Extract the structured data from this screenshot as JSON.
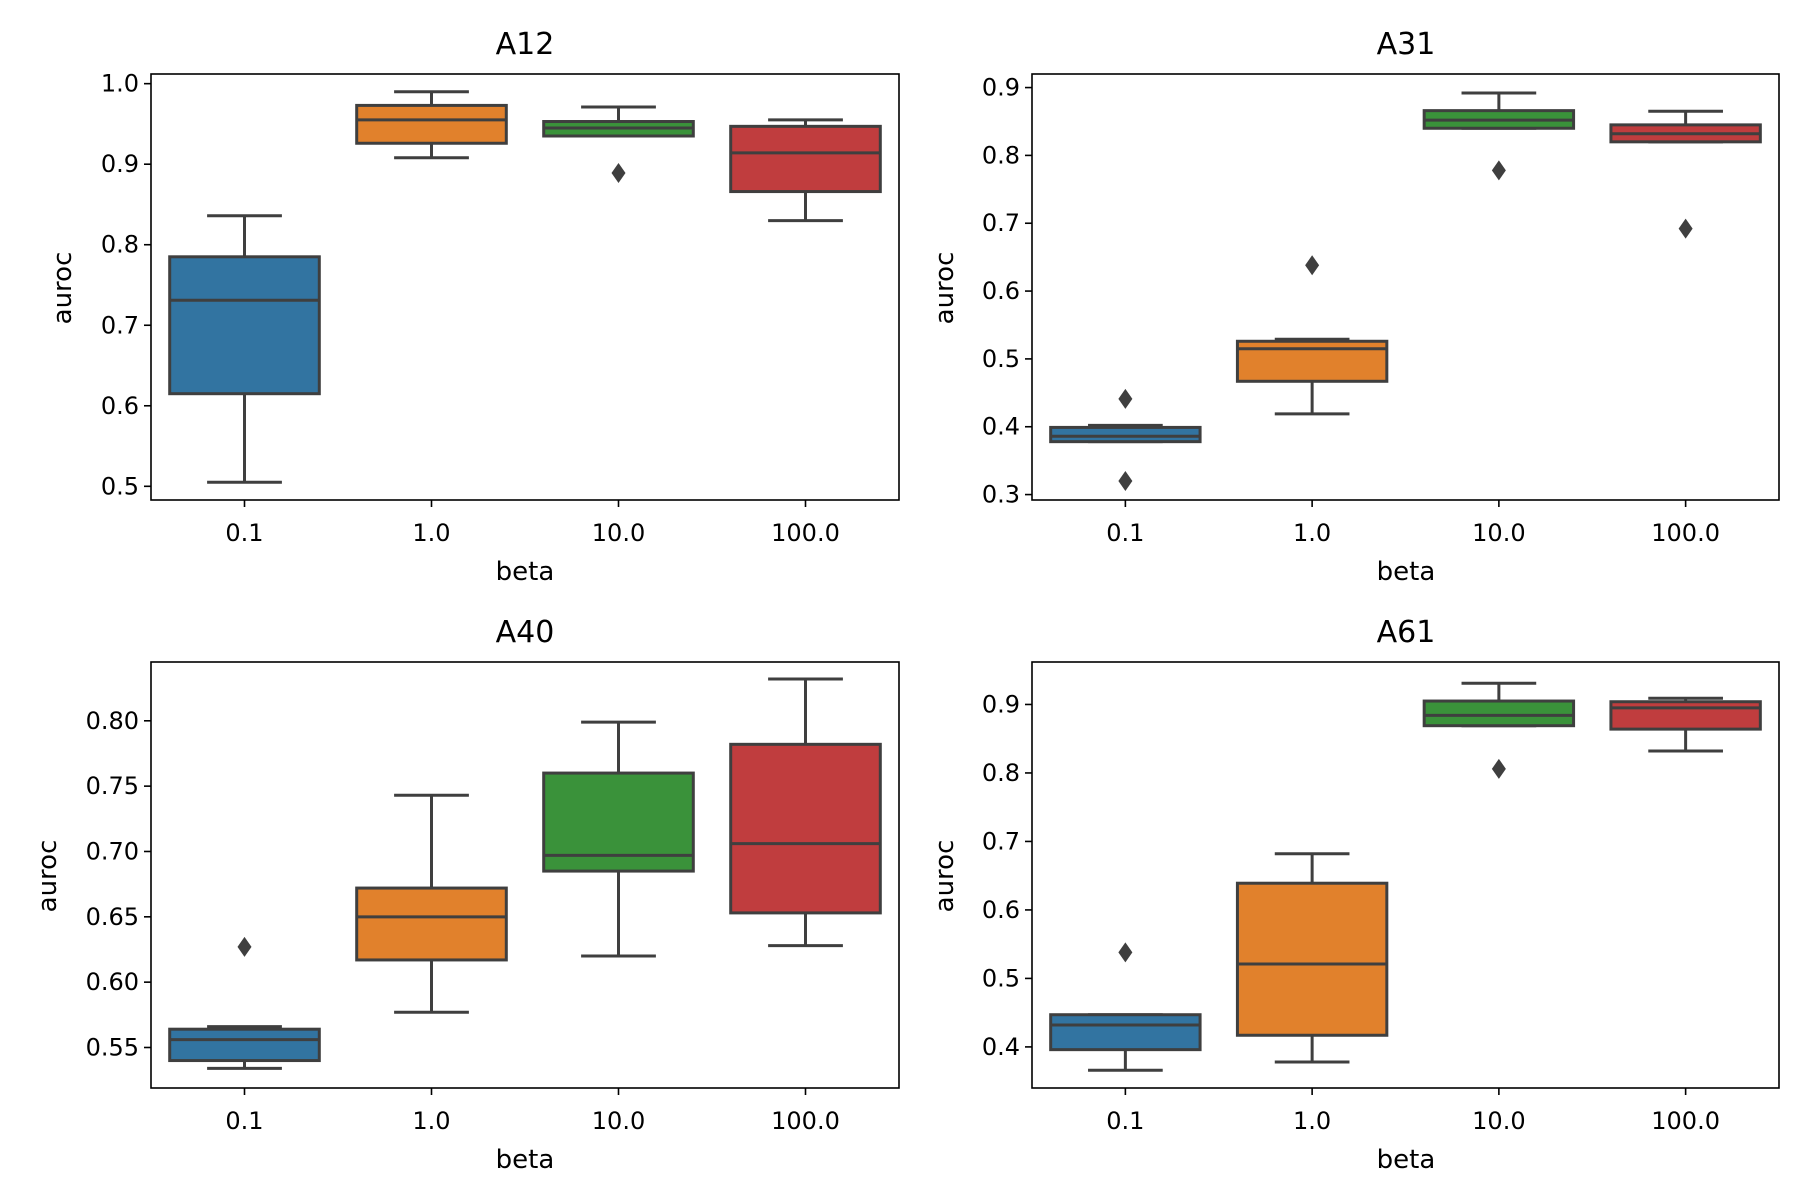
{
  "chart_data": [
    {
      "type": "box",
      "title": "A12",
      "xlabel": "beta",
      "ylabel": "auroc",
      "categories": [
        "0.1",
        "1.0",
        "10.0",
        "100.0"
      ],
      "colors": [
        "#3274a1",
        "#e1812c",
        "#3a923a",
        "#c03d3e"
      ],
      "ylim": [
        0.483,
        1.012
      ],
      "yticks": [
        0.5,
        0.6,
        0.7,
        0.8,
        0.9,
        1.0
      ],
      "ytick_labels": [
        "0.5",
        "0.6",
        "0.7",
        "0.8",
        "0.9",
        "1.0"
      ],
      "boxes": [
        {
          "whisker_low": 0.505,
          "q1": 0.615,
          "median": 0.731,
          "q3": 0.785,
          "whisker_high": 0.836,
          "outliers": []
        },
        {
          "whisker_low": 0.908,
          "q1": 0.926,
          "median": 0.955,
          "q3": 0.973,
          "whisker_high": 0.99,
          "outliers": []
        },
        {
          "whisker_low": 0.935,
          "q1": 0.935,
          "median": 0.945,
          "q3": 0.953,
          "whisker_high": 0.971,
          "outliers": [
            0.889
          ]
        },
        {
          "whisker_low": 0.83,
          "q1": 0.866,
          "median": 0.914,
          "q3": 0.947,
          "whisker_high": 0.955,
          "outliers": []
        }
      ]
    },
    {
      "type": "box",
      "title": "A31",
      "xlabel": "beta",
      "ylabel": "auroc",
      "categories": [
        "0.1",
        "1.0",
        "10.0",
        "100.0"
      ],
      "colors": [
        "#3274a1",
        "#e1812c",
        "#3a923a",
        "#c03d3e"
      ],
      "ylim": [
        0.292,
        0.92
      ],
      "yticks": [
        0.3,
        0.4,
        0.5,
        0.6,
        0.7,
        0.8,
        0.9
      ],
      "ytick_labels": [
        "0.3",
        "0.4",
        "0.5",
        "0.6",
        "0.7",
        "0.8",
        "0.9"
      ],
      "boxes": [
        {
          "whisker_low": 0.378,
          "q1": 0.378,
          "median": 0.386,
          "q3": 0.399,
          "whisker_high": 0.402,
          "outliers": [
            0.441,
            0.32
          ]
        },
        {
          "whisker_low": 0.419,
          "q1": 0.467,
          "median": 0.515,
          "q3": 0.526,
          "whisker_high": 0.529,
          "outliers": [
            0.638
          ]
        },
        {
          "whisker_low": 0.84,
          "q1": 0.84,
          "median": 0.852,
          "q3": 0.866,
          "whisker_high": 0.892,
          "outliers": [
            0.778
          ]
        },
        {
          "whisker_low": 0.82,
          "q1": 0.82,
          "median": 0.832,
          "q3": 0.845,
          "whisker_high": 0.865,
          "outliers": [
            0.692
          ]
        }
      ]
    },
    {
      "type": "box",
      "title": "A40",
      "xlabel": "beta",
      "ylabel": "auroc",
      "categories": [
        "0.1",
        "1.0",
        "10.0",
        "100.0"
      ],
      "colors": [
        "#3274a1",
        "#e1812c",
        "#3a923a",
        "#c03d3e"
      ],
      "ylim": [
        0.519,
        0.845
      ],
      "yticks": [
        0.55,
        0.6,
        0.65,
        0.7,
        0.75,
        0.8
      ],
      "ytick_labels": [
        "0.55",
        "0.60",
        "0.65",
        "0.70",
        "0.75",
        "0.80"
      ],
      "boxes": [
        {
          "whisker_low": 0.534,
          "q1": 0.54,
          "median": 0.556,
          "q3": 0.564,
          "whisker_high": 0.566,
          "outliers": [
            0.627
          ]
        },
        {
          "whisker_low": 0.577,
          "q1": 0.617,
          "median": 0.65,
          "q3": 0.672,
          "whisker_high": 0.743,
          "outliers": []
        },
        {
          "whisker_low": 0.62,
          "q1": 0.685,
          "median": 0.697,
          "q3": 0.76,
          "whisker_high": 0.799,
          "outliers": []
        },
        {
          "whisker_low": 0.628,
          "q1": 0.653,
          "median": 0.706,
          "q3": 0.782,
          "whisker_high": 0.832,
          "outliers": []
        }
      ]
    },
    {
      "type": "box",
      "title": "A61",
      "xlabel": "beta",
      "ylabel": "auroc",
      "categories": [
        "0.1",
        "1.0",
        "10.0",
        "100.0"
      ],
      "colors": [
        "#3274a1",
        "#e1812c",
        "#3a923a",
        "#c03d3e"
      ],
      "ylim": [
        0.34,
        0.962
      ],
      "yticks": [
        0.4,
        0.5,
        0.6,
        0.7,
        0.8,
        0.9
      ],
      "ytick_labels": [
        "0.4",
        "0.5",
        "0.6",
        "0.7",
        "0.8",
        "0.9"
      ],
      "boxes": [
        {
          "whisker_low": 0.366,
          "q1": 0.396,
          "median": 0.432,
          "q3": 0.447,
          "whisker_high": 0.447,
          "outliers": [
            0.538
          ]
        },
        {
          "whisker_low": 0.378,
          "q1": 0.417,
          "median": 0.521,
          "q3": 0.639,
          "whisker_high": 0.682,
          "outliers": []
        },
        {
          "whisker_low": 0.869,
          "q1": 0.869,
          "median": 0.884,
          "q3": 0.905,
          "whisker_high": 0.931,
          "outliers": [
            0.806
          ]
        },
        {
          "whisker_low": 0.832,
          "q1": 0.864,
          "median": 0.895,
          "q3": 0.904,
          "whisker_high": 0.909,
          "outliers": []
        }
      ]
    }
  ]
}
